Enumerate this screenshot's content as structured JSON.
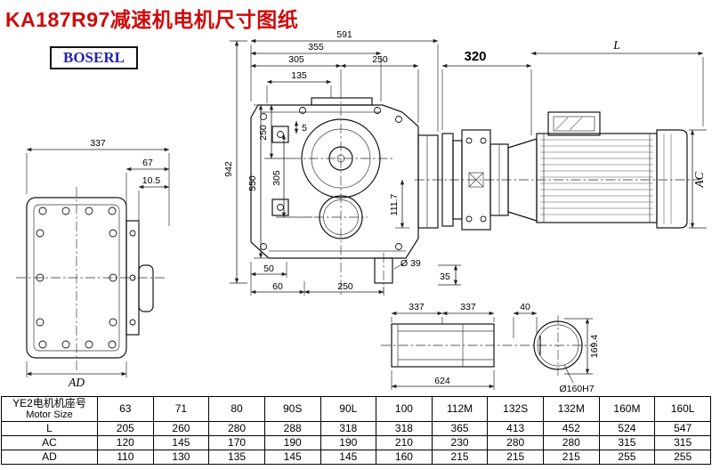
{
  "page": {
    "title": "KA187R97减速机电机尺寸图纸",
    "brand": "BOSERL"
  },
  "dims": {
    "left_view": {
      "width337": "337",
      "d67": "67",
      "d10_5": "10.5",
      "ad": "AD"
    },
    "main_view": {
      "d591": "591",
      "d355": "355",
      "d305_top": "305",
      "d250_top": "250",
      "d135": "135",
      "d250_left": "250",
      "d5": "5",
      "d305_left": "305",
      "d550": "550",
      "d942": "942",
      "d111_7": "111.7",
      "dia39": "Ø 39",
      "d50": "50",
      "d35": "35",
      "d60": "60",
      "d250_bottom": "250"
    },
    "motor_view": {
      "d320": "320",
      "len": "L",
      "ac": "AC"
    },
    "shaft_view": {
      "d337a": "337",
      "d337b": "337",
      "d40": "40",
      "d624": "624",
      "d169_4": "169.4",
      "bore": "Ø160H7"
    }
  },
  "table": {
    "corner_line1": "YE2电机机座号",
    "corner_line2": "Motor Size",
    "columns": [
      "63",
      "71",
      "80",
      "90S",
      "90L",
      "100",
      "112M",
      "132S",
      "132M",
      "160M",
      "160L"
    ],
    "rows": [
      {
        "label": "L",
        "values": [
          "205",
          "260",
          "280",
          "288",
          "318",
          "318",
          "365",
          "413",
          "452",
          "524",
          "547"
        ]
      },
      {
        "label": "AC",
        "values": [
          "120",
          "145",
          "170",
          "190",
          "190",
          "210",
          "230",
          "280",
          "280",
          "315",
          "315"
        ]
      },
      {
        "label": "AD",
        "values": [
          "110",
          "130",
          "135",
          "145",
          "145",
          "160",
          "215",
          "215",
          "215",
          "255",
          "255"
        ]
      }
    ]
  }
}
